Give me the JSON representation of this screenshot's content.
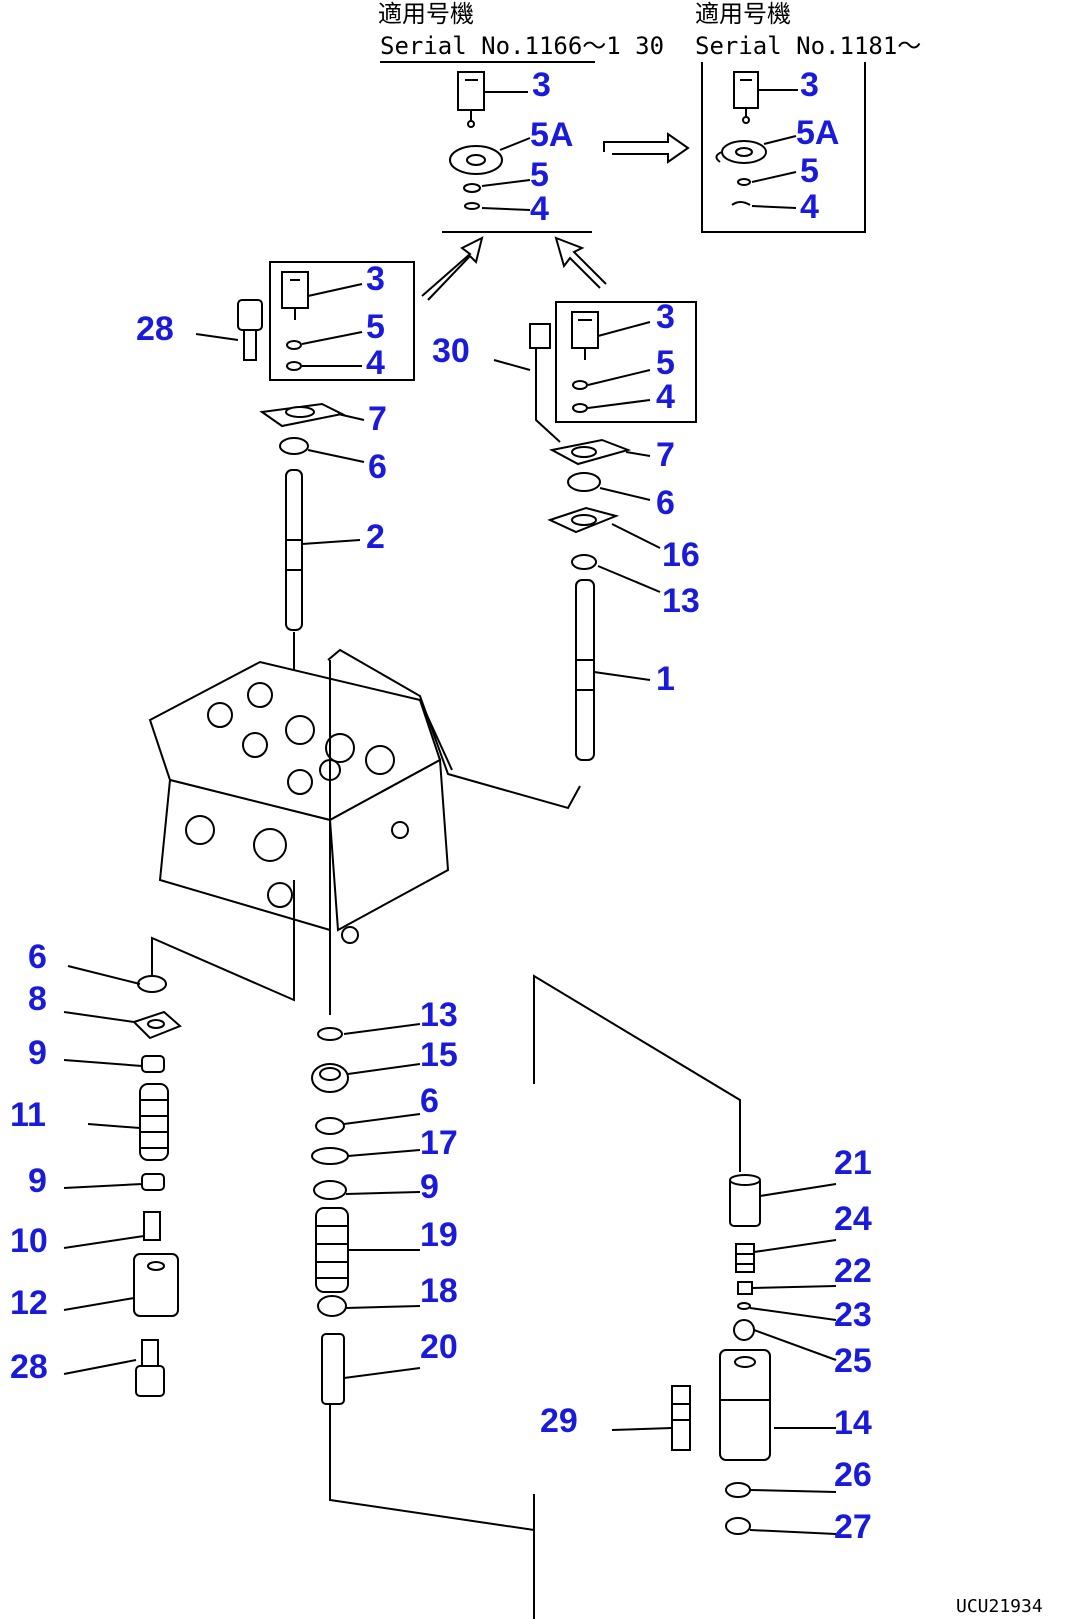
{
  "headers": {
    "left_title": "適用号機",
    "left_serial": "Serial No.1166〜1 30",
    "right_title": "適用号機",
    "right_serial": "Serial No.1181〜"
  },
  "drawing_code": "UCU21934",
  "colors": {
    "callout": "#1a1adc",
    "line": "#000000",
    "background": "#ffffff"
  },
  "callouts": {
    "top_3": "3",
    "top_5a": "5A",
    "top_5": "5",
    "top_4": "4",
    "right_3": "3",
    "right_5a": "5A",
    "right_5": "5",
    "right_4": "4",
    "left_box_3": "3",
    "left_box_5": "5",
    "left_box_4": "4",
    "left_28": "28",
    "left_7": "7",
    "left_6": "6",
    "left_2": "2",
    "mid_box_3": "3",
    "mid_box_5": "5",
    "mid_box_4": "4",
    "mid_30": "30",
    "mid_7": "7",
    "mid_6": "6",
    "mid_16": "16",
    "mid_13": "13",
    "mid_1": "1",
    "low_left_6": "6",
    "low_left_8": "8",
    "low_left_9a": "9",
    "low_left_11": "11",
    "low_left_9b": "9",
    "low_left_10": "10",
    "low_left_12": "12",
    "low_left_28": "28",
    "low_mid_13": "13",
    "low_mid_15": "15",
    "low_mid_6": "6",
    "low_mid_17": "17",
    "low_mid_9": "9",
    "low_mid_19": "19",
    "low_mid_18": "18",
    "low_mid_20": "20",
    "right_21": "21",
    "right_24": "24",
    "right_22": "22",
    "right_23": "23",
    "right_25": "25",
    "right_29": "29",
    "right_14": "14",
    "right_26": "26",
    "right_27": "27"
  }
}
